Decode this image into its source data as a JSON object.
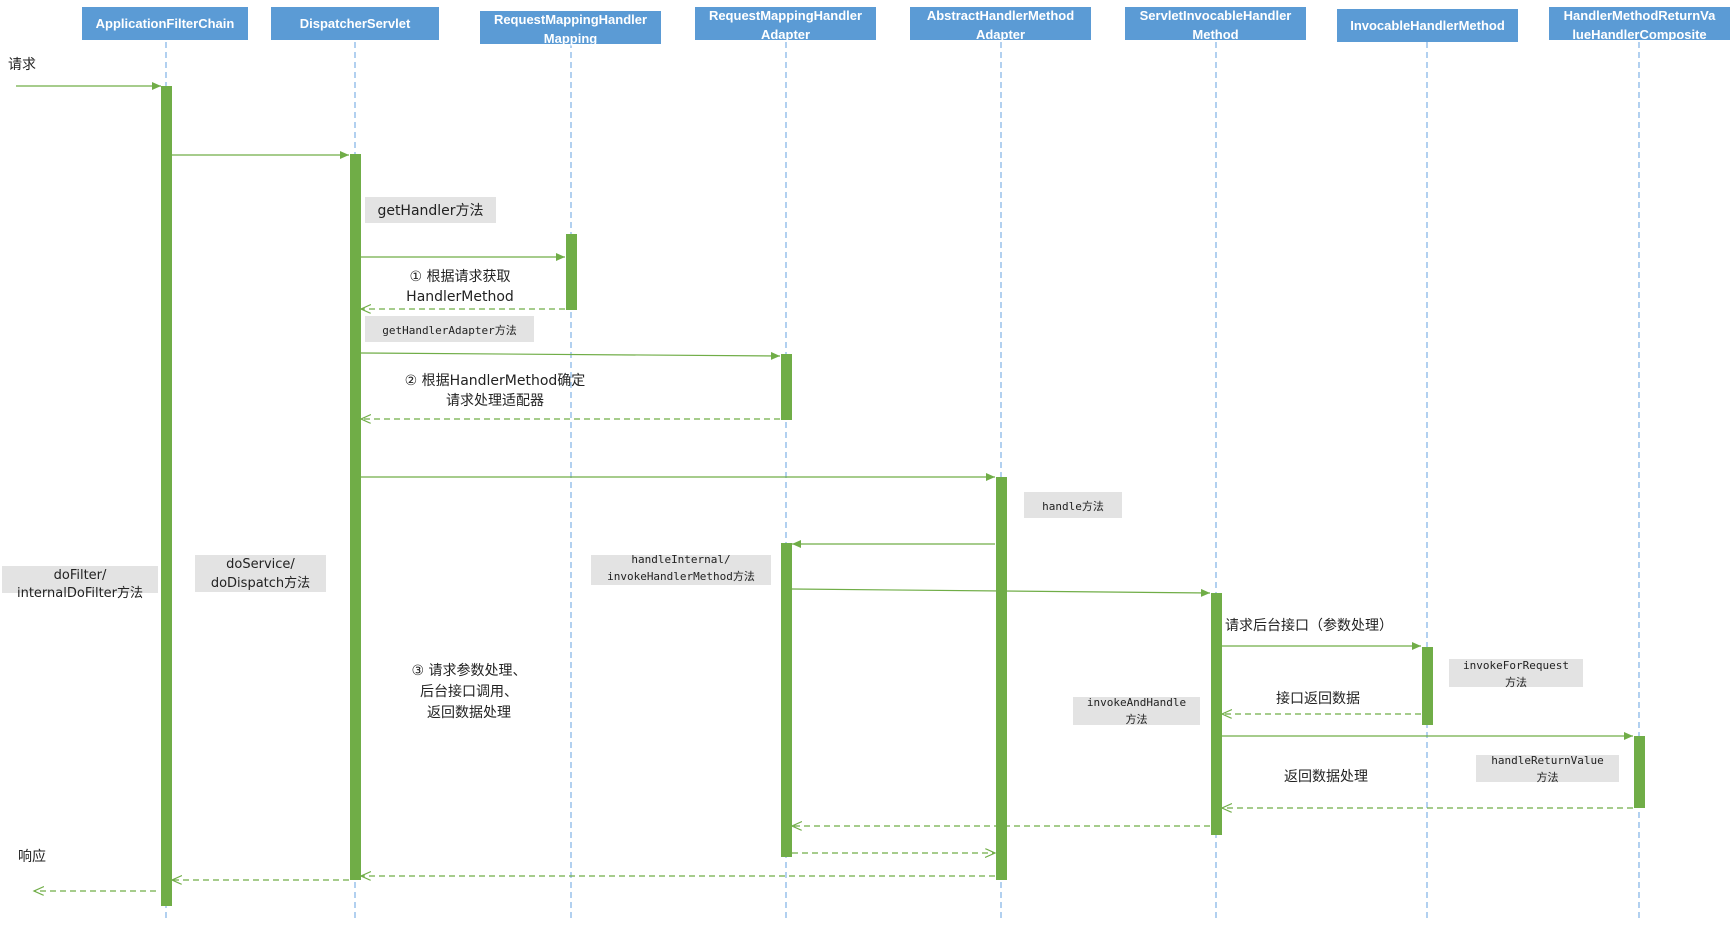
{
  "participants": [
    {
      "id": "p1",
      "label": [
        "ApplicationFilterChain"
      ]
    },
    {
      "id": "p2",
      "label": [
        "DispatcherServlet"
      ]
    },
    {
      "id": "p3",
      "label": [
        "RequestMappingHandler",
        "Mapping"
      ]
    },
    {
      "id": "p4",
      "label": [
        "RequestMappingHandler",
        "Adapter"
      ]
    },
    {
      "id": "p5",
      "label": [
        "AbstractHandlerMethod",
        "Adapter"
      ]
    },
    {
      "id": "p6",
      "label": [
        "ServletInvocableHandler",
        "Method"
      ]
    },
    {
      "id": "p7",
      "label": [
        "InvocableHandlerMethod"
      ]
    },
    {
      "id": "p8",
      "label": [
        "HandlerMethodReturnVa",
        "lueHandlerComposite"
      ]
    }
  ],
  "external": {
    "request": "请求",
    "response": "响应"
  },
  "notes": {
    "doFilter": [
      "doFilter/",
      "internalDoFilter方法"
    ],
    "doService": [
      "doService/",
      "doDispatch方法"
    ],
    "getHandler": [
      "getHandler方法"
    ],
    "getHandlerAdapter": [
      "getHandlerAdapter方法"
    ],
    "handle": [
      "handle方法"
    ],
    "handleInternal": [
      "handleInternal/",
      "invokeHandlerMethod方法"
    ],
    "invokeAndHandle": [
      "invokeAndHandle",
      "方法"
    ],
    "invokeForRequest": [
      "invokeForRequest",
      "方法"
    ],
    "handleReturnValue": [
      "handleReturnValue",
      "方法"
    ]
  },
  "labels": {
    "step1": [
      "① 根据请求获取",
      "HandlerMethod"
    ],
    "step2": [
      "② 根据HandlerMethod确定",
      "请求处理适配器"
    ],
    "step3": [
      "③ 请求参数处理、",
      "后台接口调用、",
      "返回数据处理"
    ],
    "backendCall": [
      "请求后台接口（参数处理）"
    ],
    "interfaceReturn": [
      "接口返回数据"
    ],
    "returnProcess": [
      "返回数据处理"
    ]
  },
  "colors": {
    "header": "#5b9bd5",
    "header_text": "#ffffff",
    "lifeline": "#7fb2e5",
    "activation": "#70ad47",
    "arrow": "#70ad47",
    "note_bg": "#e3e3e3"
  }
}
